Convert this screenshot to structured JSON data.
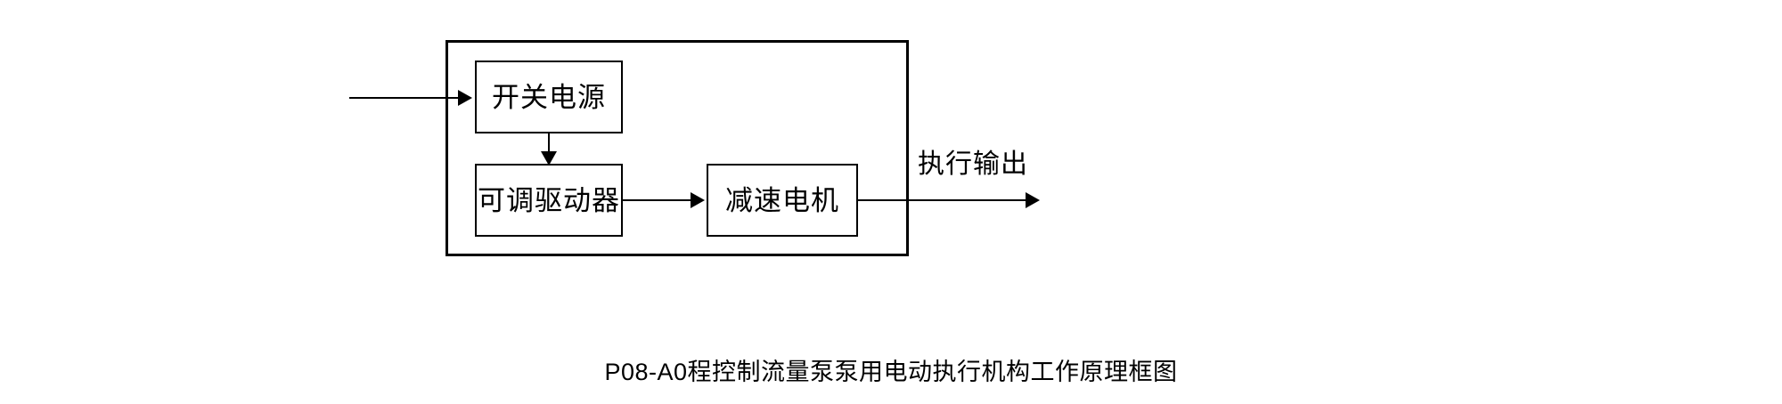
{
  "diagram": {
    "type": "block-diagram",
    "caption": "P08-A0程控制流量泵泵用电动执行机构工作原理框图",
    "enclosure": {
      "label": ""
    },
    "blocks": [
      {
        "id": "switching-power-supply",
        "label": "开关电源"
      },
      {
        "id": "adjustable-driver",
        "label": "可调驱动器"
      },
      {
        "id": "geared-motor",
        "label": "减速电机"
      }
    ],
    "labels": {
      "output": "执行输出"
    },
    "connections": [
      {
        "from": "input",
        "to": "switching-power-supply",
        "direction": "right"
      },
      {
        "from": "switching-power-supply",
        "to": "adjustable-driver",
        "direction": "down"
      },
      {
        "from": "adjustable-driver",
        "to": "geared-motor",
        "direction": "right"
      },
      {
        "from": "geared-motor",
        "to": "output",
        "direction": "right"
      }
    ],
    "colors": {
      "stroke": "#000000",
      "background": "#ffffff",
      "text": "#000000"
    }
  }
}
